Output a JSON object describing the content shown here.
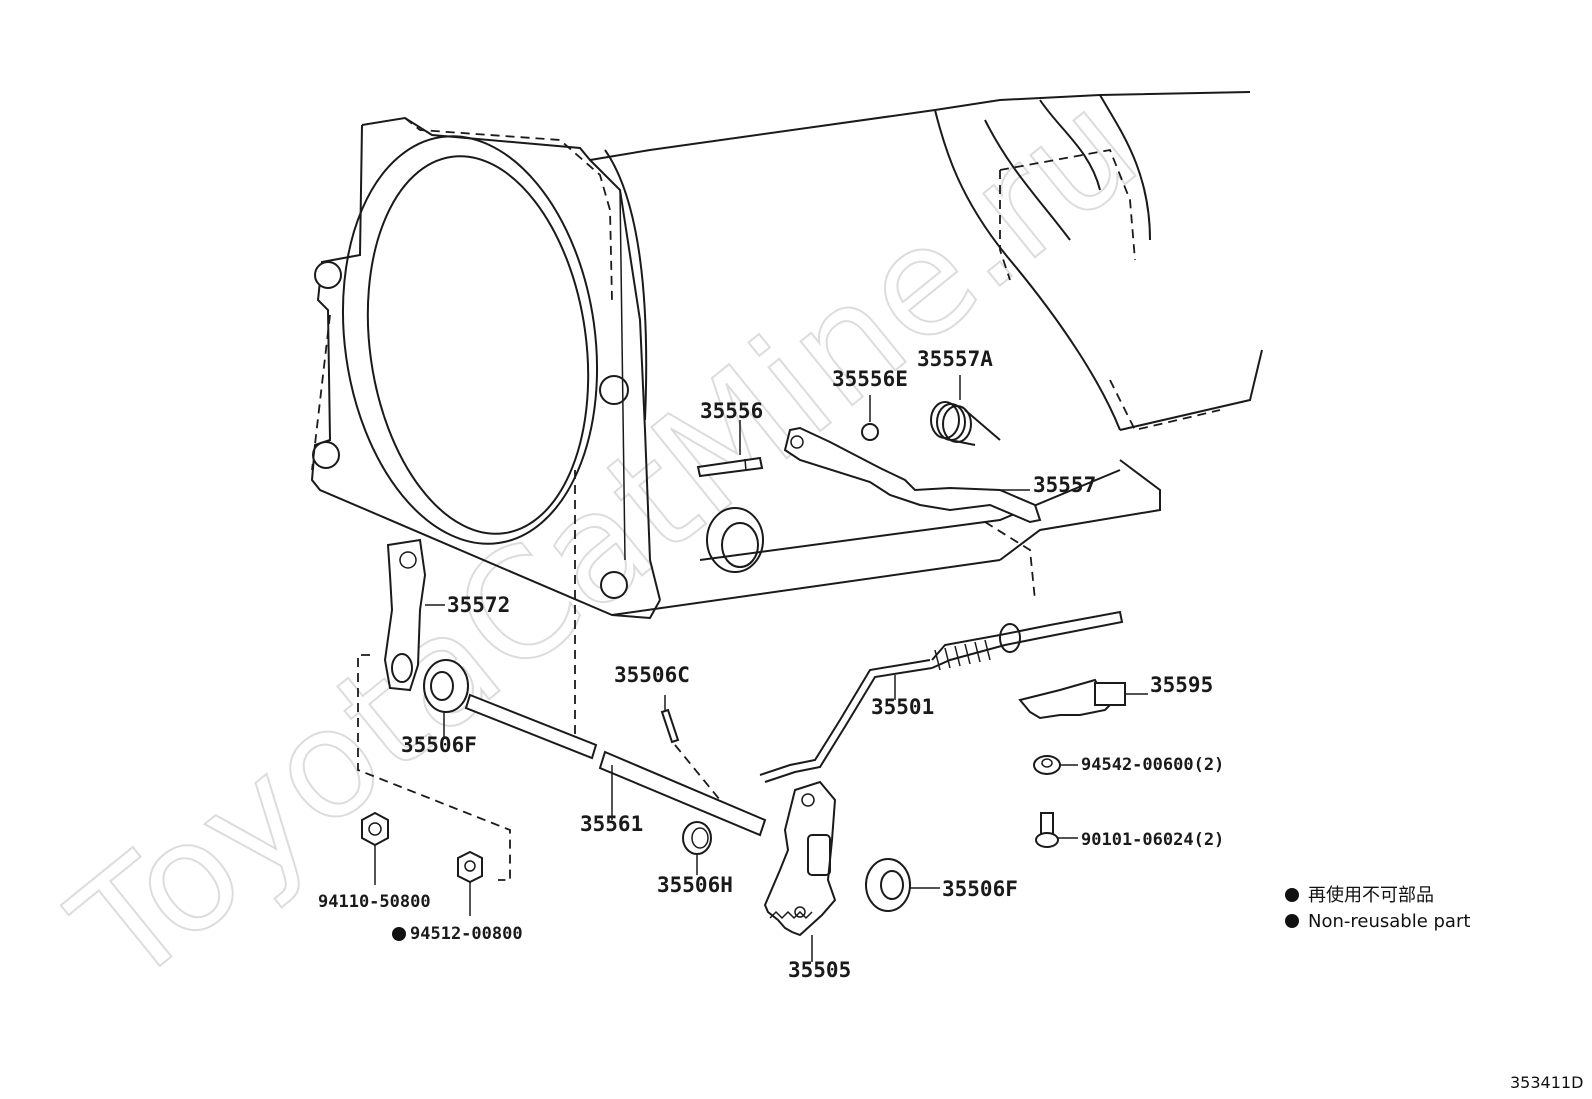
{
  "watermark": "ToyotaCatMine.ru",
  "reference_code": "353411D",
  "legend": {
    "japanese": "再使用不可部品",
    "english": "Non-reusable part"
  },
  "parts": {
    "p35556": "35556",
    "p35556E": "35556E",
    "p35557A": "35557A",
    "p35557": "35557",
    "p35572": "35572",
    "p35506F_left": "35506F",
    "p35506C": "35506C",
    "p35501": "35501",
    "p35595": "35595",
    "p94542": "94542-00600(2)",
    "p90101": "90101-06024(2)",
    "p35561": "35561",
    "p35506H": "35506H",
    "p35506F_right": "35506F",
    "p94110": "94110-50800",
    "p94512": "94512-00800",
    "p35505": "35505"
  },
  "colors": {
    "line": "#1a1a1a",
    "watermark": "#dcdcdc",
    "background": "#ffffff"
  }
}
